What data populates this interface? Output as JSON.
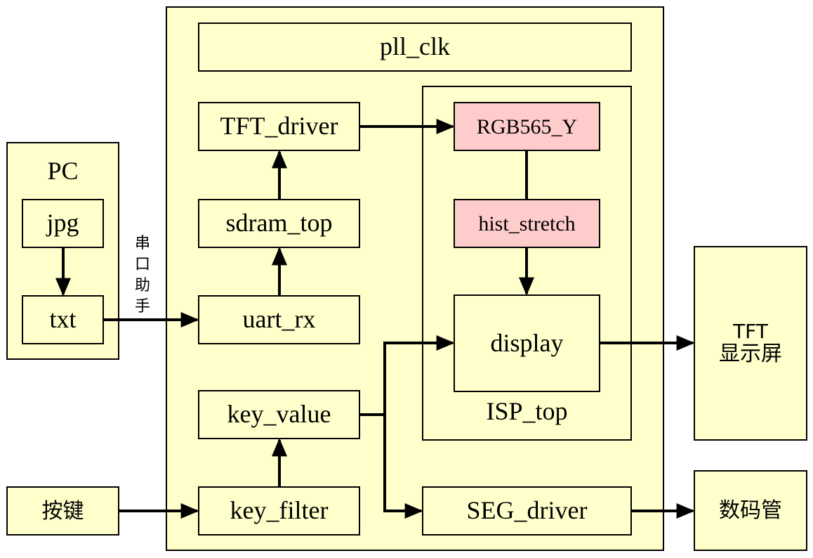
{
  "colors": {
    "module_fill": "#ffffcc",
    "highlight_fill": "#ffcccc",
    "line": "#000000"
  },
  "pc": {
    "title": "PC",
    "jpg": "jpg",
    "txt": "txt"
  },
  "link_label": [
    "串",
    "口",
    "助",
    "手"
  ],
  "fpga": {
    "pll": "pll_clk",
    "tft_driver": "TFT_driver",
    "sdram_top": "sdram_top",
    "uart_rx": "uart_rx",
    "key_value": "key_value",
    "key_filter": "key_filter",
    "seg_driver": "SEG_driver",
    "isp": {
      "title": "ISP_top",
      "rgb565_y": "RGB565_Y",
      "hist_stretch": "hist_stretch",
      "display": "display"
    }
  },
  "key_input": "按键",
  "tft_screen": {
    "line1": "TFT",
    "line2": "显示屏"
  },
  "seg_display": "数码管"
}
